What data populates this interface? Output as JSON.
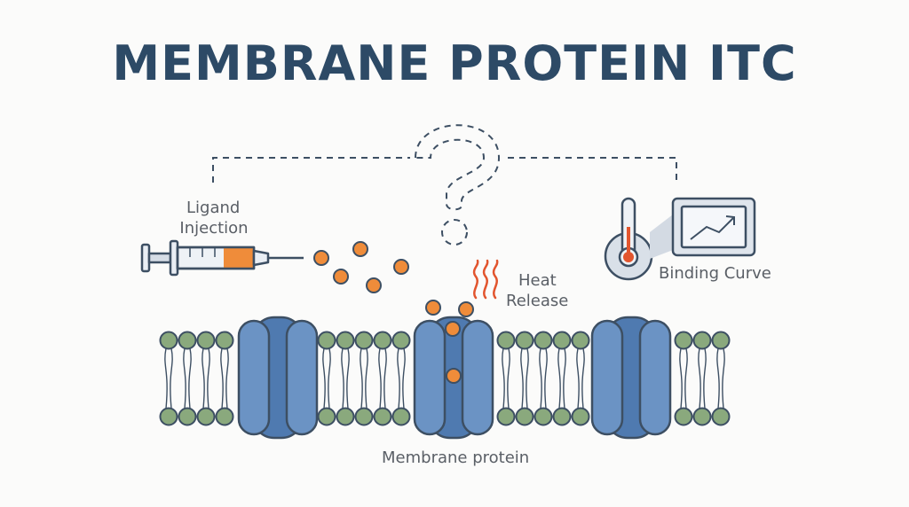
{
  "title": "MEMBRANE PROTEIN ITC",
  "labels": {
    "ligand_line1": "Ligand",
    "ligand_line2": "Injection",
    "heat_line1": "Heat",
    "heat_line2": "Release",
    "binding_curve": "Binding Curve",
    "membrane_protein": "Membrane protein"
  },
  "colors": {
    "title": "#2d4a66",
    "outline": "#3d4f63",
    "protein_fill": "#6b93c4",
    "protein_dark": "#4f7ab0",
    "lipid_head": "#8aa97d",
    "ligand": "#ef8c3a",
    "heat": "#e2552e",
    "dash": "#3d4f63"
  },
  "icons": [
    "syringe-icon",
    "question-mark-icon",
    "thermometer-icon",
    "monitor-chart-icon",
    "heat-wave-icon"
  ]
}
